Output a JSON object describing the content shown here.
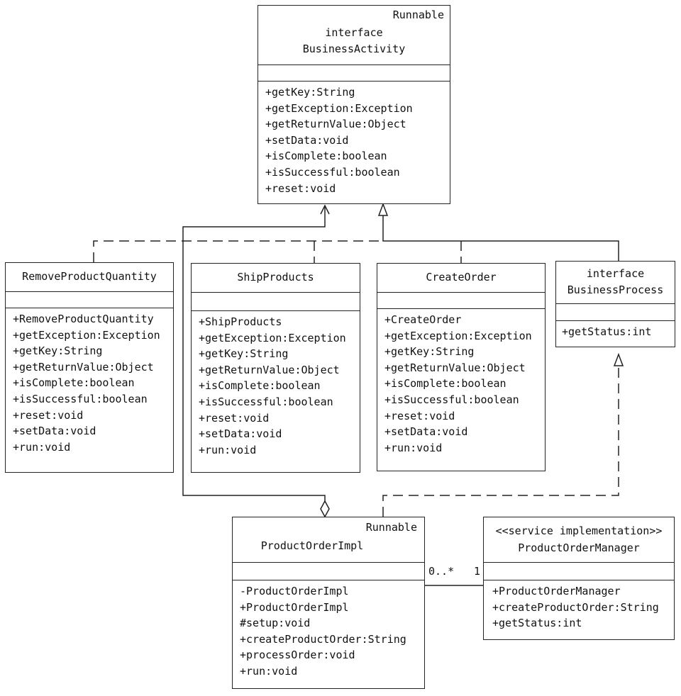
{
  "classes": {
    "business_activity": {
      "stereotype": "Runnable",
      "kind": "interface",
      "name": "BusinessActivity",
      "operations": [
        "+getKey:String",
        "+getException:Exception",
        "+getReturnValue:Object",
        "+setData:void",
        "+isComplete:boolean",
        "+isSuccessful:boolean",
        "+reset:void"
      ]
    },
    "remove_product_quantity": {
      "name": "RemoveProductQuantity",
      "operations": [
        "+RemoveProductQuantity",
        "+getException:Exception",
        "+getKey:String",
        "+getReturnValue:Object",
        "+isComplete:boolean",
        "+isSuccessful:boolean",
        "+reset:void",
        "+setData:void",
        "+run:void"
      ]
    },
    "ship_products": {
      "name": "ShipProducts",
      "operations": [
        "+ShipProducts",
        "+getException:Exception",
        "+getKey:String",
        "+getReturnValue:Object",
        "+isComplete:boolean",
        "+isSuccessful:boolean",
        "+reset:void",
        "+setData:void",
        "+run:void"
      ]
    },
    "create_order": {
      "name": "CreateOrder",
      "operations": [
        "+CreateOrder",
        "+getException:Exception",
        "+getKey:String",
        "+getReturnValue:Object",
        "+isComplete:boolean",
        "+isSuccessful:boolean",
        "+reset:void",
        "+setData:void",
        "+run:void"
      ]
    },
    "business_process": {
      "kind": "interface",
      "name": "BusinessProcess",
      "operations": [
        "+getStatus:int"
      ]
    },
    "product_order_impl": {
      "stereotype": "Runnable",
      "name": "ProductOrderImpl",
      "operations": [
        "-ProductOrderImpl",
        "+ProductOrderImpl",
        "#setup:void",
        "+createProductOrder:String",
        "+processOrder:void",
        "+run:void"
      ]
    },
    "product_order_manager": {
      "stereotype": "<<service implementation>>",
      "name": "ProductOrderManager",
      "operations": [
        "+ProductOrderManager",
        "+createProductOrder:String",
        "+getStatus:int"
      ]
    }
  },
  "association": {
    "impl_multiplicity": "0..*",
    "manager_multiplicity": "1"
  }
}
